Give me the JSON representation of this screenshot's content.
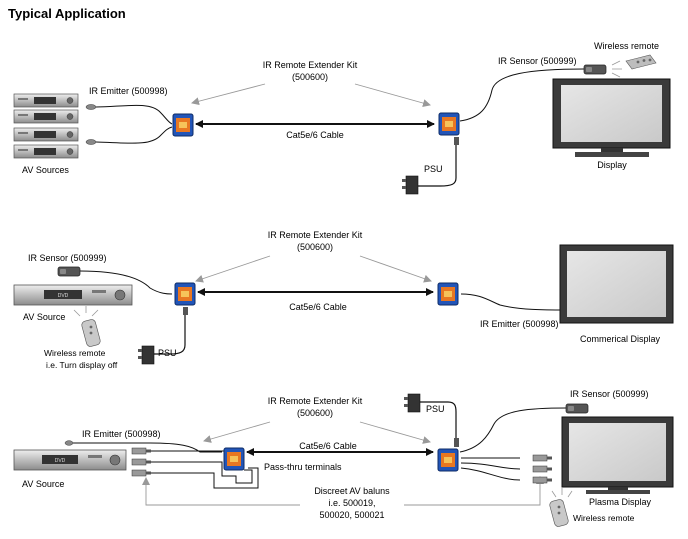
{
  "title": "Typical Application",
  "common": {
    "kit_label": "IR Remote Extender Kit",
    "kit_code": "(500600)",
    "cable_label": "Cat5e/6 Cable",
    "ir_emitter_label": "IR Emitter (500998)",
    "ir_sensor_label": "IR Sensor (500999)",
    "psu_label": "PSU",
    "wireless_remote_label": "Wireless remote",
    "dvd_label": "DVD"
  },
  "section1": {
    "sources_label": "AV Sources",
    "display_label": "Display"
  },
  "section2": {
    "source_label": "AV Source",
    "remote_note": "i.e. Turn display off",
    "display_label": "Commerical Display"
  },
  "section3": {
    "source_label": "AV Source",
    "passthru_label": "Pass-thru terminals",
    "baluns_line1": "Discreet AV baluns",
    "baluns_line2": "i.e. 500019,",
    "baluns_line3": "500020, 500021",
    "display_label": "Plasma Display"
  },
  "colors": {
    "unit_blue": "#2255b8",
    "unit_orange": "#e87722",
    "screen_gray": "#d6d6d6",
    "cable": "#111111",
    "arrow": "#999999"
  }
}
